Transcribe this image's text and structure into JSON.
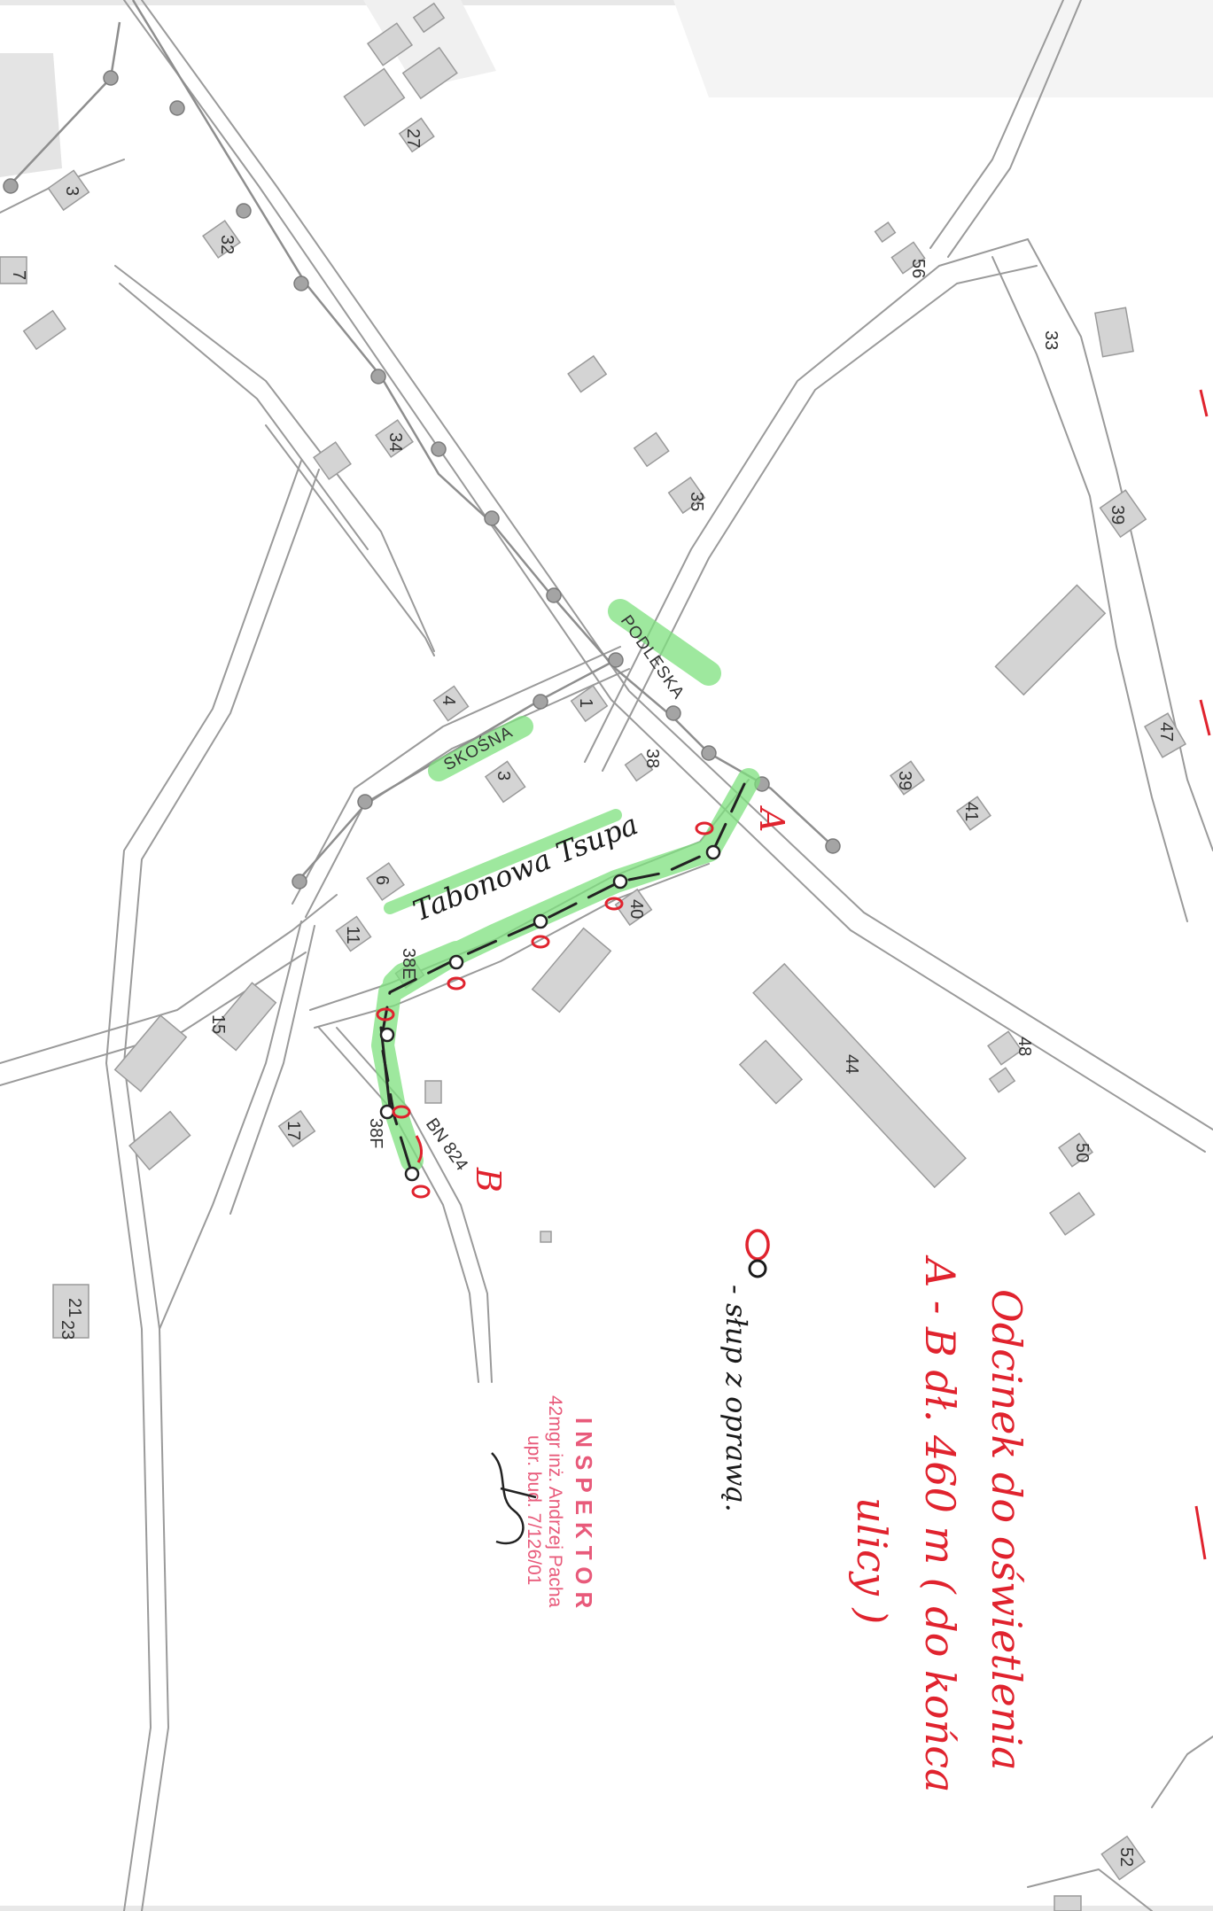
{
  "streets": [
    {
      "id": "podleska",
      "label": "PODLESKA"
    },
    {
      "id": "skosna",
      "label": "SKOŚNA"
    }
  ],
  "addresses": [
    "27",
    "3",
    "32",
    "7",
    "34",
    "35",
    "56",
    "33",
    "39",
    "39",
    "47",
    "4",
    "1",
    "38",
    "3",
    "6",
    "41",
    "40",
    "11",
    "38E",
    "15",
    "17",
    "38F",
    "48",
    "44",
    "50",
    "21",
    "23",
    "52"
  ],
  "network_labels": {
    "transformer": "BN 824",
    "start": "A",
    "end": "B"
  },
  "annotations": {
    "road_name": "Tabonowa Tsupa",
    "title_line1": "Odcinek do oświetlenia",
    "title_line2": "A - B dł. 460 m ( do końca",
    "title_line3": "ulicy )",
    "legend": "- słup z oprawą."
  },
  "stamp": {
    "title": "INSPEKTOR",
    "line1": "42mgr inż. Andrzej Pacha",
    "line2": "upr. bud. 7/126/01"
  },
  "colors": {
    "highlight": "#7ee07e",
    "annotation_red": "#e0232e",
    "stamp_pink": "#e85a7a",
    "building": "#d4d4d4",
    "road": "#9a9a9a"
  }
}
